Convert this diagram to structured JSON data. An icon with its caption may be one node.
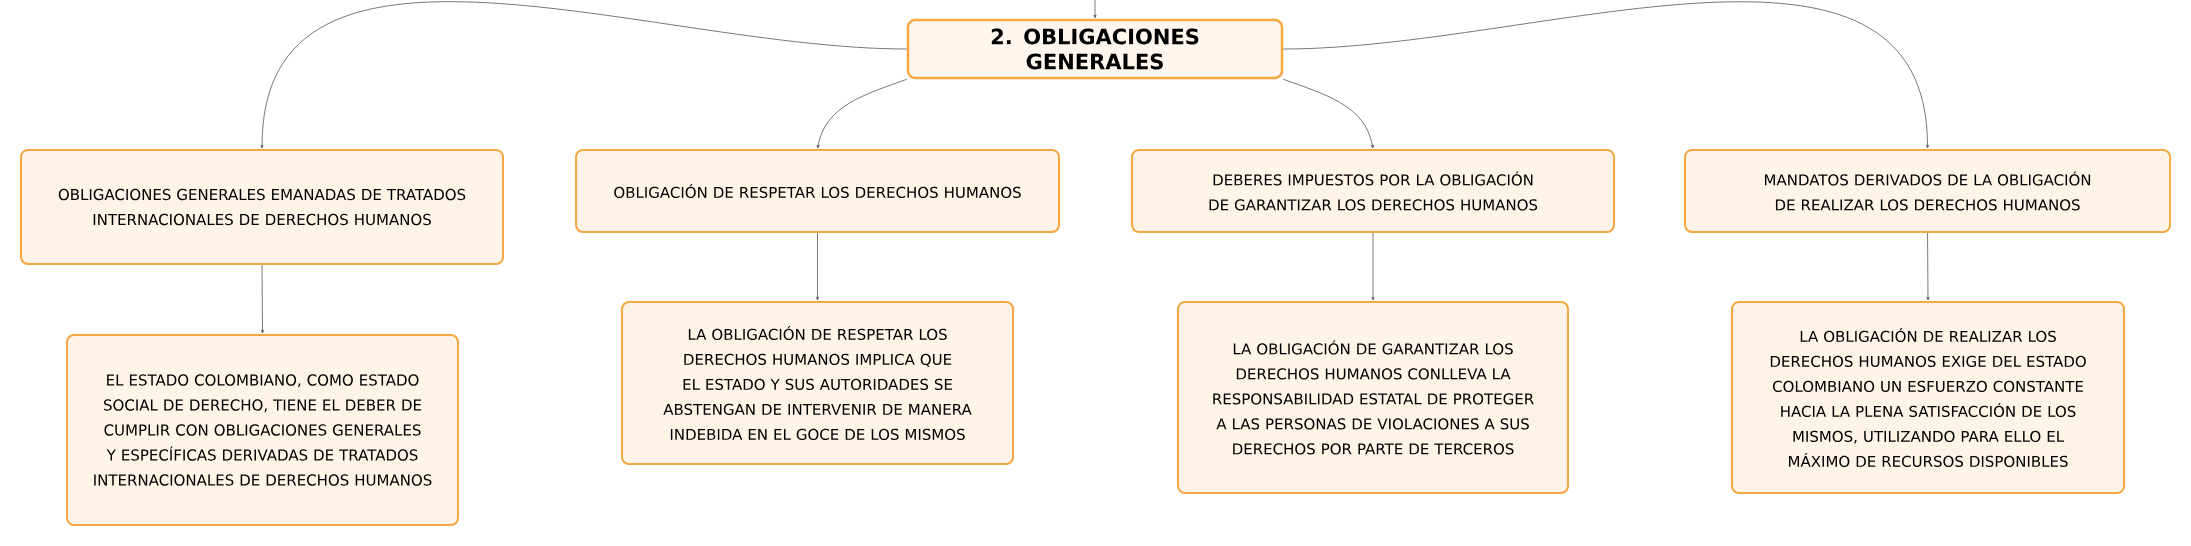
{
  "diagram": {
    "nodes": [
      {
        "text": [
          "2. OBLIGACIONES GENERALES"
        ]
      },
      {
        "text": [
          "OBLIGACIONES GENERALES EMANADAS DE TRATADOS INTERNACIONALES DE DERECHOS HUMANOS"
        ]
      },
      {
        "text": [
          "OBLIGACIÓN DE RESPETAR LOS DERECHOS HUMANOS"
        ]
      },
      {
        "text": [
          "DEBERES IMPUESTOS POR LA OBLIGACIÓN DE GARANTIZAR LOS DERECHOS HUMANOS"
        ]
      },
      {
        "text": [
          "MANDATOS DERIVADOS DE LA OBLIGACIÓN DE REALIZAR LOS DERECHOS HUMANOS"
        ]
      },
      {
        "text": [
          "EL ESTADO COLOMBIANO, COMO ESTADO SOCIAL DE DERECHO, TIENE EL DEBER DE CUMPLIR CON OBLIGACIONES GENERALES Y ESPECÍFICAS DERIVADAS DE TRATADOS INTERNACIONALES DE DERECHOS HUMANOS"
        ]
      },
      {
        "text": [
          "LA OBLIGACIÓN DE RESPETAR LOS DERECHOS HUMANOS IMPLICA QUE EL ESTADO Y SUS AUTORIDADES SE ABSTENGAN DE INTERVENIR DE MANERA INDEBIDA EN EL GOCE DE LOS MISMOS"
        ]
      },
      {
        "text": [
          "LA OBLIGACIÓN DE GARANTIZAR LOS DERECHOS HUMANOS CONLLEVA LA RESPONSABILIDAD ESTATAL DE PROTEGER A LAS PERSONAS DE VIOLACIONES A SUS DERECHOS POR PARTE DE TERCEROS"
        ]
      },
      {
        "text": [
          "LA OBLIGACIÓN DE REALIZAR LOS DERECHOS HUMANOS EXIGE DEL ESTADO COLOMBIANO UN ESFUERZO CONSTANTE HACIA LA PLENA SATISFACCIÓN DE LOS MISMOS, UTILIZANDO PARA ELLO EL MÁXIMO DE RECURSOS DISPONIBLES"
        ]
      }
    ],
    "edges": [
      {
        "from": null,
        "to": 0,
        "arrow": "to"
      },
      {
        "from": 0,
        "to": 1,
        "arrow": "to"
      },
      {
        "from": 0,
        "to": 2,
        "arrow": "to"
      },
      {
        "from": 0,
        "to": 3,
        "arrow": "to"
      },
      {
        "from": 0,
        "to": 4,
        "arrow": "to"
      },
      {
        "from": 1,
        "to": 5,
        "arrow": "to"
      },
      {
        "from": 2,
        "to": 6,
        "arrow": "to"
      },
      {
        "from": 3,
        "to": 7,
        "arrow": "to"
      },
      {
        "from": 4,
        "to": 8,
        "arrow": "to"
      }
    ]
  }
}
